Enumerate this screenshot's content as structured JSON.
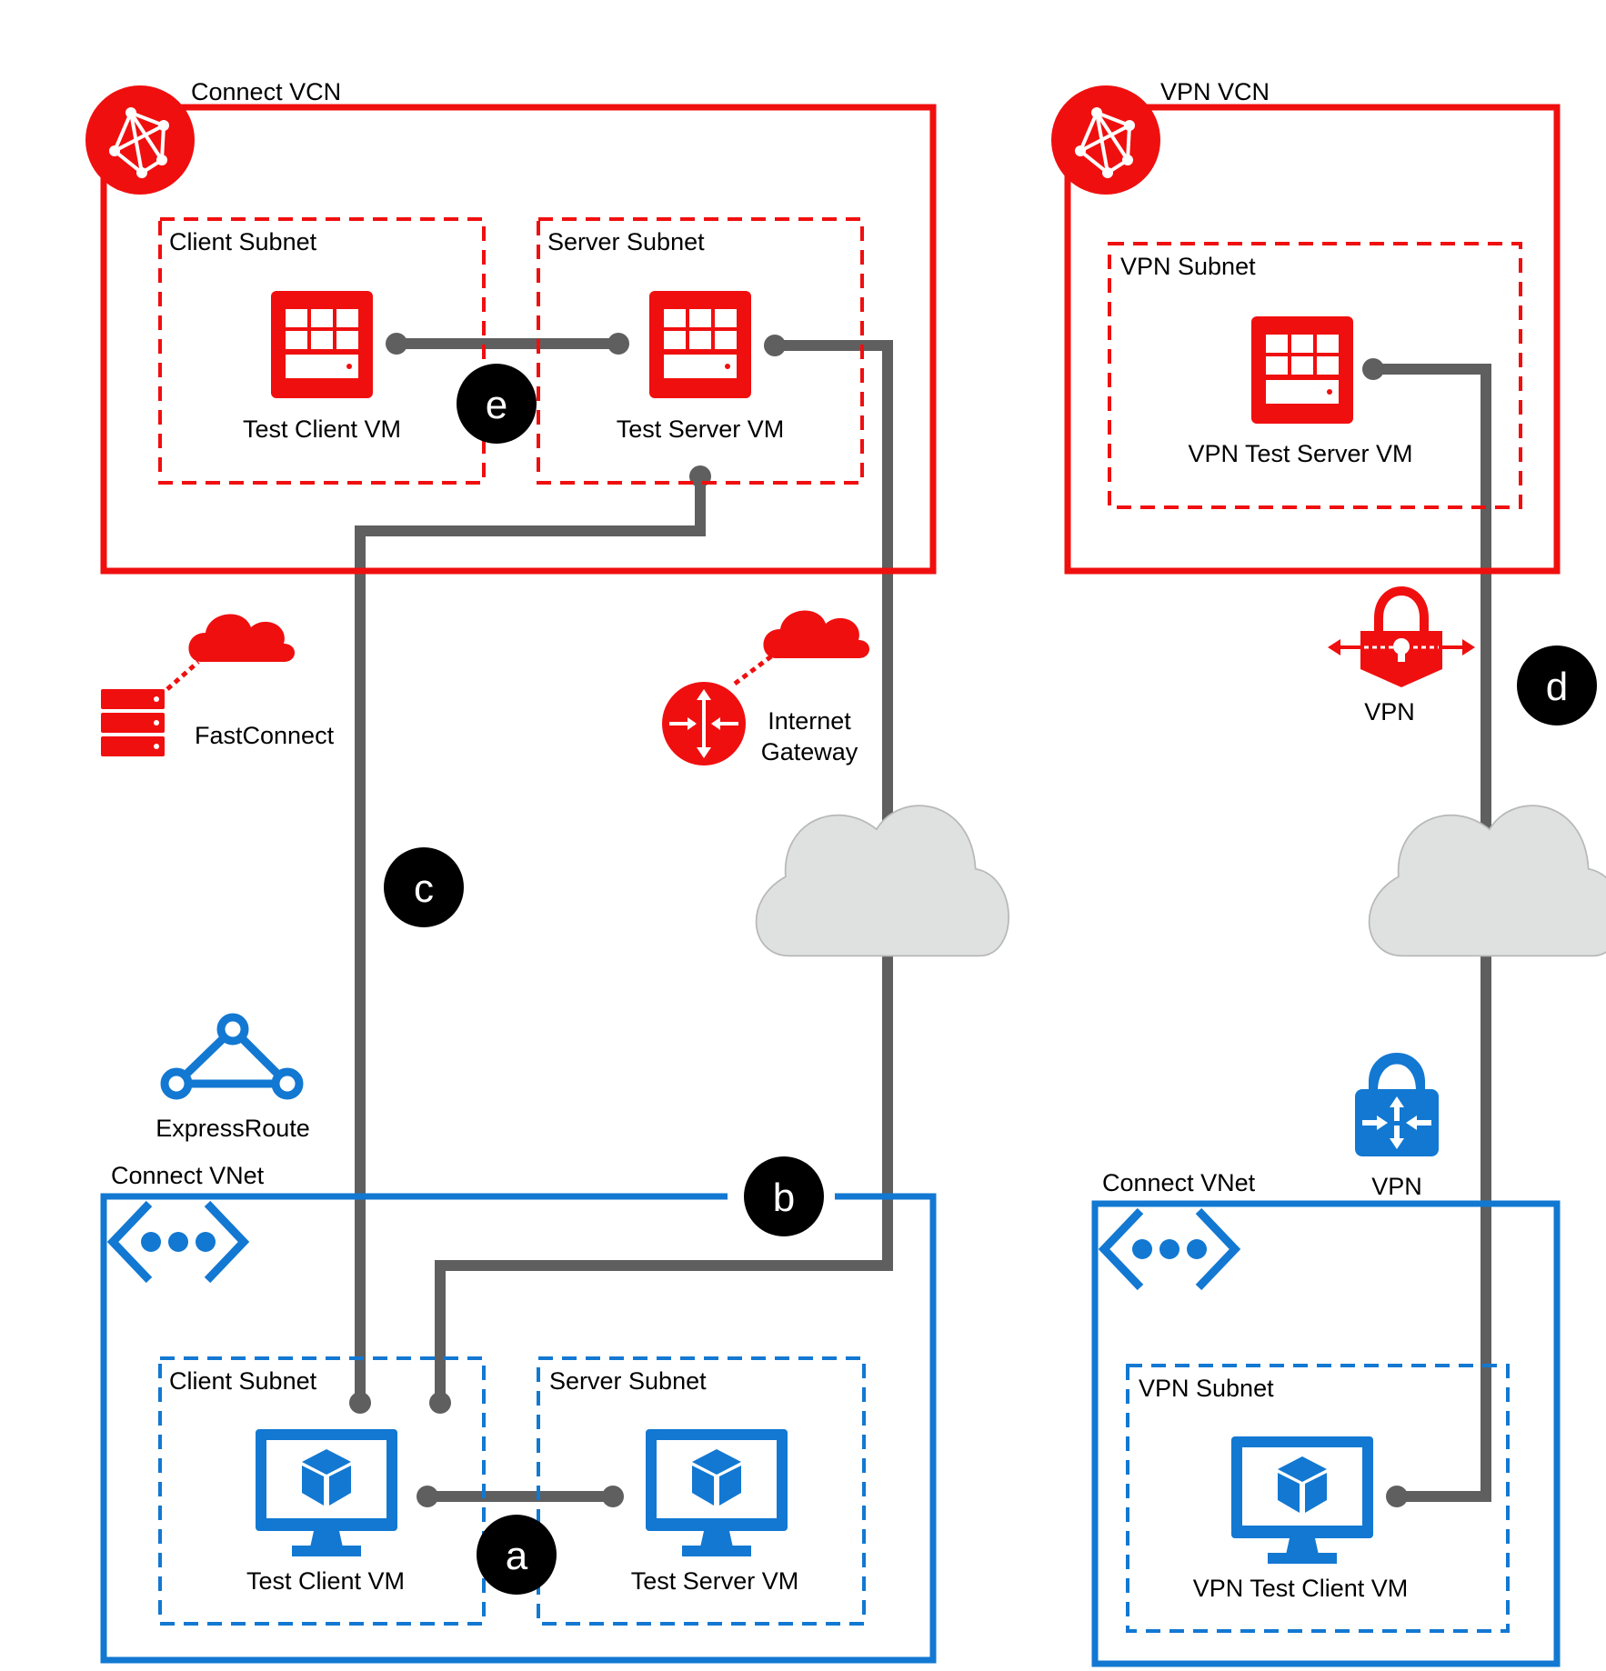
{
  "oracle": {
    "connect_vcn": {
      "title": "Connect VCN",
      "client_subnet": {
        "title": "Client Subnet",
        "vm_label": "Test Client VM"
      },
      "server_subnet": {
        "title": "Server Subnet",
        "vm_label": "Test Server VM"
      }
    },
    "vpn_vcn": {
      "title": "VPN VCN",
      "vpn_subnet": {
        "title": "VPN Subnet",
        "vm_label": "VPN Test Server VM"
      }
    },
    "fastconnect_label": "FastConnect",
    "internet_gateway_label_line1": "Internet",
    "internet_gateway_label_line2": "Gateway",
    "vpn_label": "VPN"
  },
  "azure": {
    "expressroute_label": "ExpressRoute",
    "connect_vnet": {
      "title": "Connect VNet",
      "client_subnet": {
        "title": "Client Subnet",
        "vm_label": "Test Client VM"
      },
      "server_subnet": {
        "title": "Server Subnet",
        "vm_label": "Test Server VM"
      }
    },
    "vpn_vnet": {
      "title": "Connect VNet",
      "vpn_subnet": {
        "title": "VPN Subnet",
        "vm_label": "VPN Test Client VM"
      }
    },
    "vpn_label": "VPN"
  },
  "badges": {
    "a": "a",
    "b": "b",
    "c": "c",
    "d": "d",
    "e": "e"
  },
  "colors": {
    "oracle_red": "#f00f0f",
    "azure_blue": "#1278d2",
    "connector_gray": "#5f5f5f",
    "cloud_gray": "#dfe0e0"
  }
}
